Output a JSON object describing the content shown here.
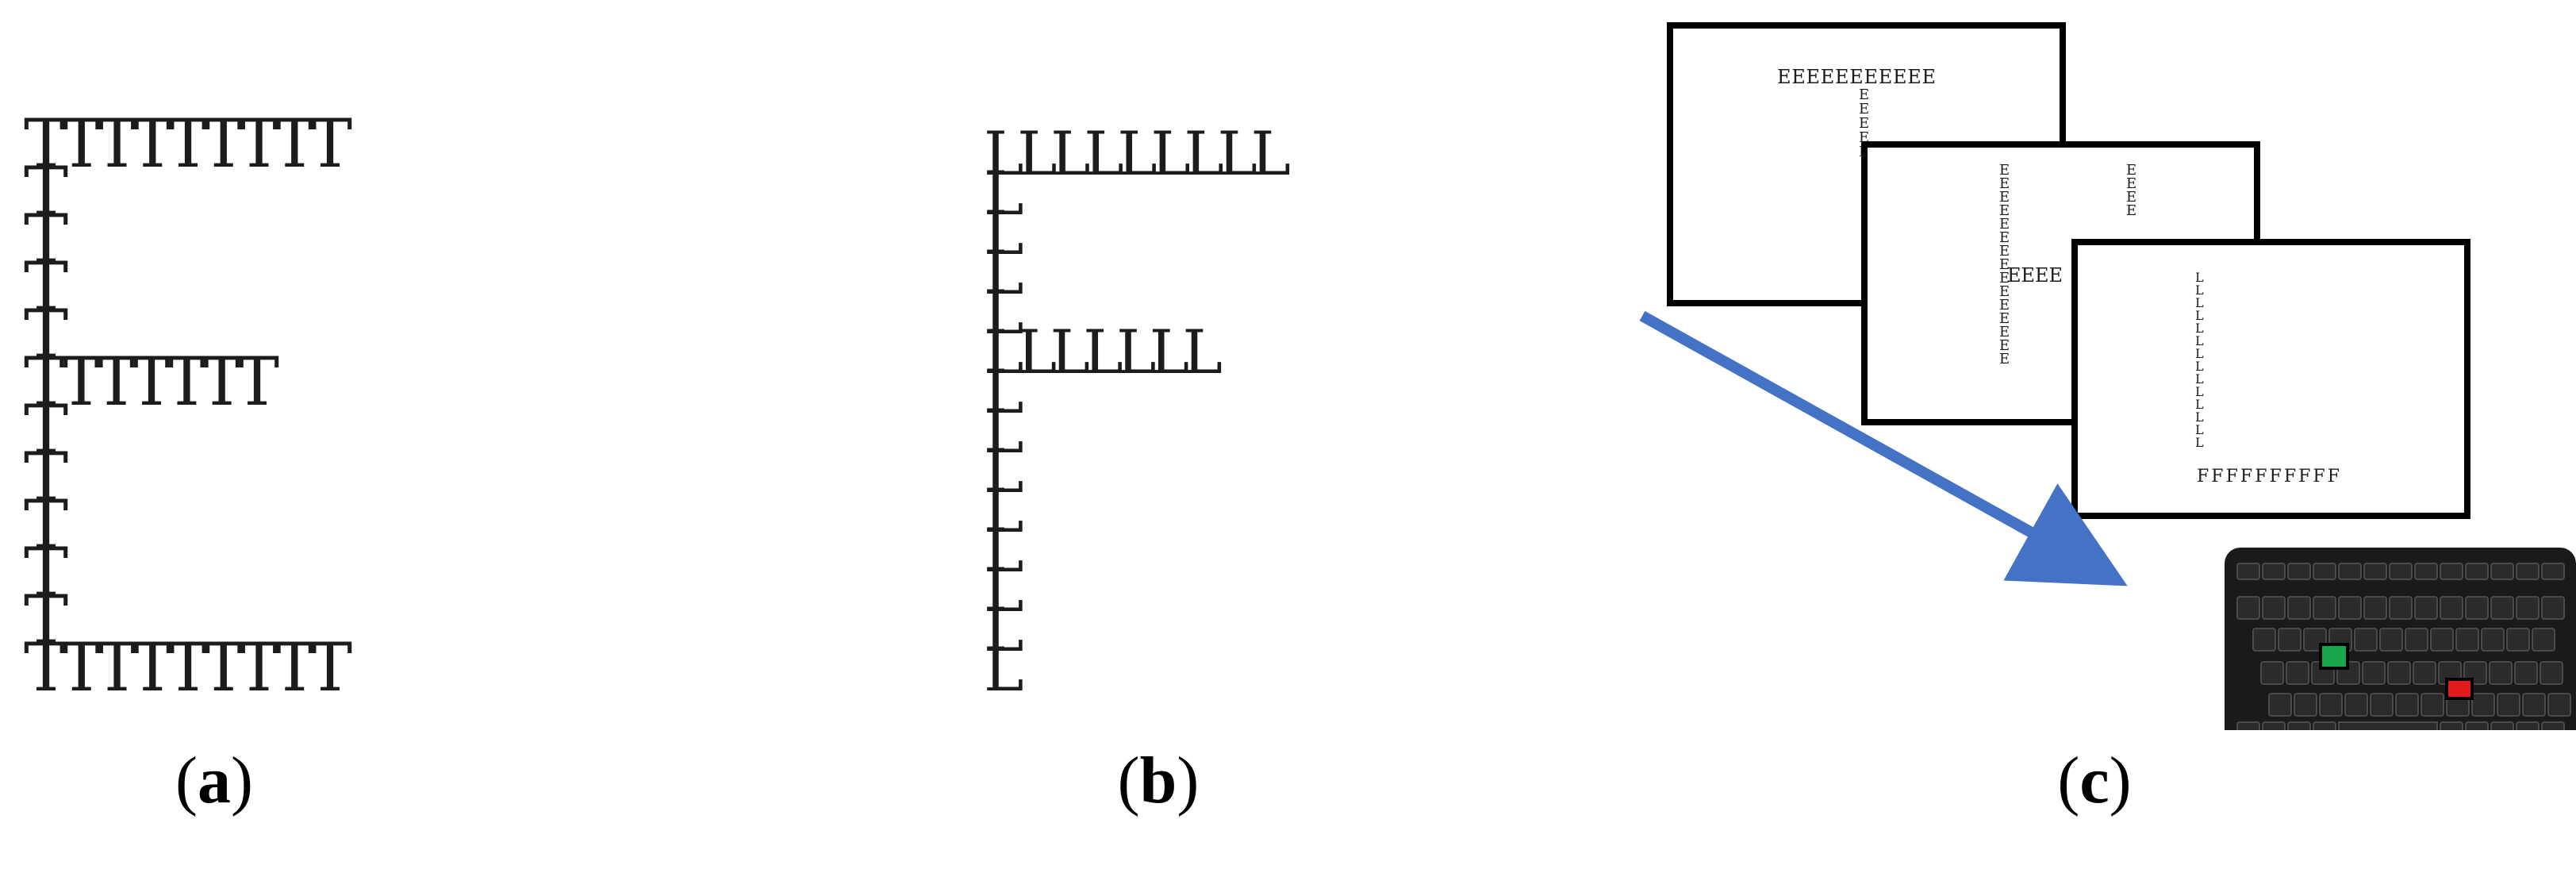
{
  "panels": {
    "a": {
      "label": "a",
      "large_letter": "E",
      "small_letter": "T",
      "rows": [
        "TTTTTTTTT",
        "T",
        "T",
        "T",
        "T",
        "TTTTTTT",
        "T",
        "T",
        "T",
        "T",
        "T",
        "TTTTTTTTT"
      ]
    },
    "b": {
      "label": "b",
      "large_letter": "F",
      "small_letter": "L",
      "rows": [
        "LLLLLLLLL",
        "L",
        "L",
        "L",
        "L",
        "LLLLLLL",
        "L",
        "L",
        "L",
        "L",
        "L",
        "L",
        "L",
        "L"
      ]
    },
    "c": {
      "label": "c",
      "screens": [
        {
          "large_letter": "T",
          "small_letter": "E",
          "top_row": "EEEEEEEEEEE"
        },
        {
          "large_letter": "H",
          "small_letter": "E",
          "middle_row": "EEEE"
        },
        {
          "large_letter": "L",
          "small_letter": "F",
          "bottom_row": "FFFFFFFFFF"
        }
      ],
      "arrow_color": "#4472c4",
      "keyboard": {
        "highlighted_keys": [
          {
            "color": "#19a64a",
            "meaning": "green response key"
          },
          {
            "color": "#e11b1b",
            "meaning": "red response key"
          }
        ]
      }
    }
  }
}
